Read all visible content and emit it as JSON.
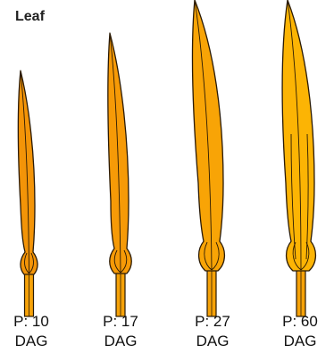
{
  "panel": {
    "title": "Leaf"
  },
  "leaves": [
    {
      "label": "P: 10",
      "unit": "DAG",
      "color": "#f39408"
    },
    {
      "label": "P: 17",
      "unit": "DAG",
      "color": "#f69a07"
    },
    {
      "label": "P: 27",
      "unit": "DAG",
      "color": "#f8a406"
    },
    {
      "label": "P: 60",
      "unit": "DAG",
      "color": "#fcb404"
    }
  ],
  "colors": {
    "outline": "#2a1a05",
    "stem": "#f6a208"
  }
}
